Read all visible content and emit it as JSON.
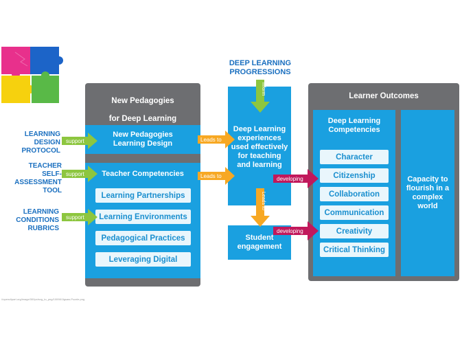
{
  "top_label": {
    "line1": "DEEP LEARNING",
    "line2": "PROGRESSIONS"
  },
  "left_labels": {
    "learning_design": {
      "line1": "LEARNING DESIGN",
      "line2": "PROTOCOL"
    },
    "teacher": {
      "line1": "TEACHER",
      "line2": "SELF-ASSESSMENT",
      "line3": "TOOL"
    },
    "learning_conditions": {
      "line1": "LEARNING",
      "line2": "CONDITIONS",
      "line3": "RUBRICS"
    }
  },
  "arrows": {
    "support": "support",
    "leads_to": "Leads to",
    "developing": "developing",
    "inform": "inform"
  },
  "pedagogies": {
    "title1": "New Pedagogies",
    "title2": "for Deep Learning",
    "learning_design_line1": "New Pedagogies",
    "learning_design_line2": "Learning Design",
    "teacher_competencies": "Teacher Competencies",
    "items": [
      "Learning Partnerships",
      "Learning Environments",
      "Pedagogical Practices",
      "Leveraging Digital"
    ]
  },
  "middle": {
    "experiences": [
      "Deep Learning",
      "experiences",
      "used effectively",
      "for teaching",
      "and learning"
    ],
    "engagement": [
      "Student",
      "engagement"
    ]
  },
  "outcomes": {
    "title": "Learner Outcomes",
    "competencies_title1": "Deep Learning",
    "competencies_title2": "Competencies",
    "items": [
      "Character",
      "Citizenship",
      "Collaboration",
      "Communication",
      "Creativity",
      "Critical Thinking"
    ],
    "capacity": [
      "Capacity to",
      "flourish in a",
      "complex",
      "world"
    ]
  },
  "source_url": "//openclipart.org/image/300px/svg_to_png/10098/Jigsaw-Puzzle.png",
  "colors": {
    "gray_panel": "#6d6e71",
    "blue": "#1aa0e0",
    "green_arrow": "#8dc63f",
    "orange_arrow": "#f7a823",
    "magenta_arrow": "#c1185b",
    "label_blue": "#1a6fbf"
  }
}
